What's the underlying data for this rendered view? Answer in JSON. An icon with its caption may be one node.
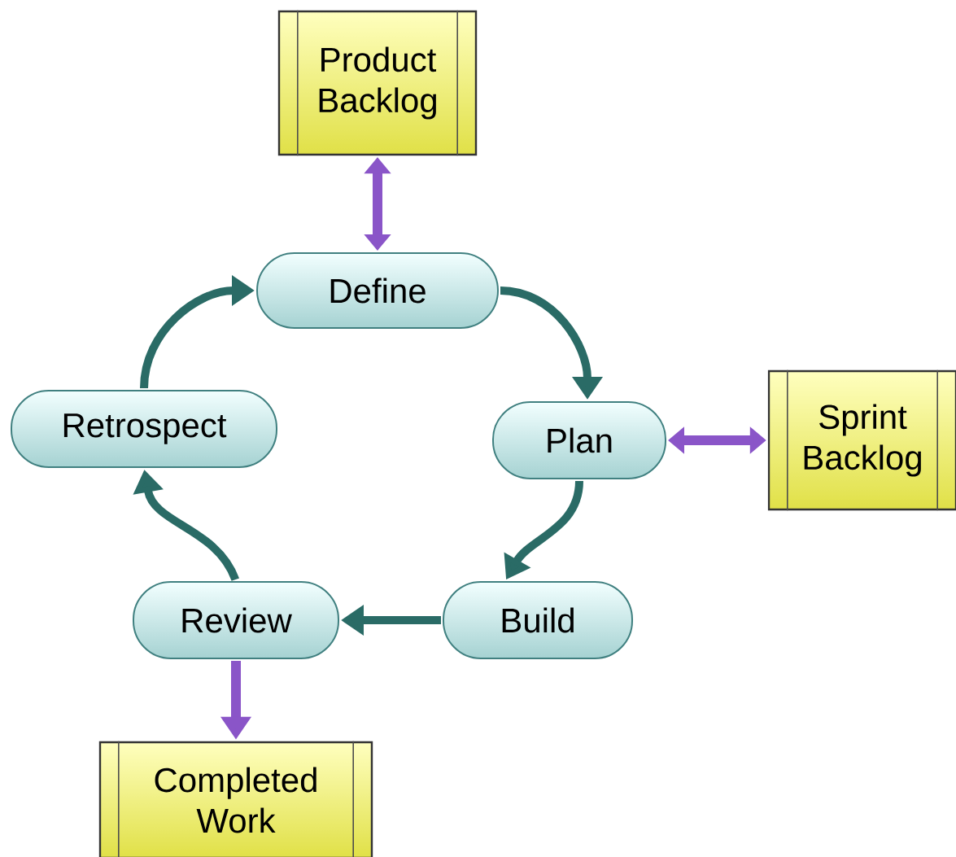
{
  "diagram": {
    "nodes": [
      {
        "text": [
          "Product Backlog"
        ]
      },
      {
        "text": [
          "Define"
        ]
      },
      {
        "text": [
          "Plan"
        ]
      },
      {
        "text": [
          "Sprint Backlog"
        ]
      },
      {
        "text": [
          "Build"
        ]
      },
      {
        "text": [
          "Review"
        ]
      },
      {
        "text": [
          "Completed Work"
        ]
      },
      {
        "text": [
          "Retrospect"
        ]
      }
    ],
    "edges": [
      {
        "from": 0,
        "to": 1,
        "arrow": "both",
        "color": "#8a55c8"
      },
      {
        "from": 1,
        "to": 2,
        "arrow": "to"
      },
      {
        "from": 2,
        "to": 3,
        "arrow": "both",
        "color": "#8a55c8"
      },
      {
        "from": 2,
        "to": 4,
        "arrow": "to"
      },
      {
        "from": 4,
        "to": 5,
        "arrow": "to"
      },
      {
        "from": 5,
        "to": 6,
        "arrow": "to",
        "color": "#8a55c8"
      },
      {
        "from": 5,
        "to": 7,
        "arrow": "to"
      },
      {
        "from": 7,
        "to": 1,
        "arrow": "to"
      }
    ]
  }
}
